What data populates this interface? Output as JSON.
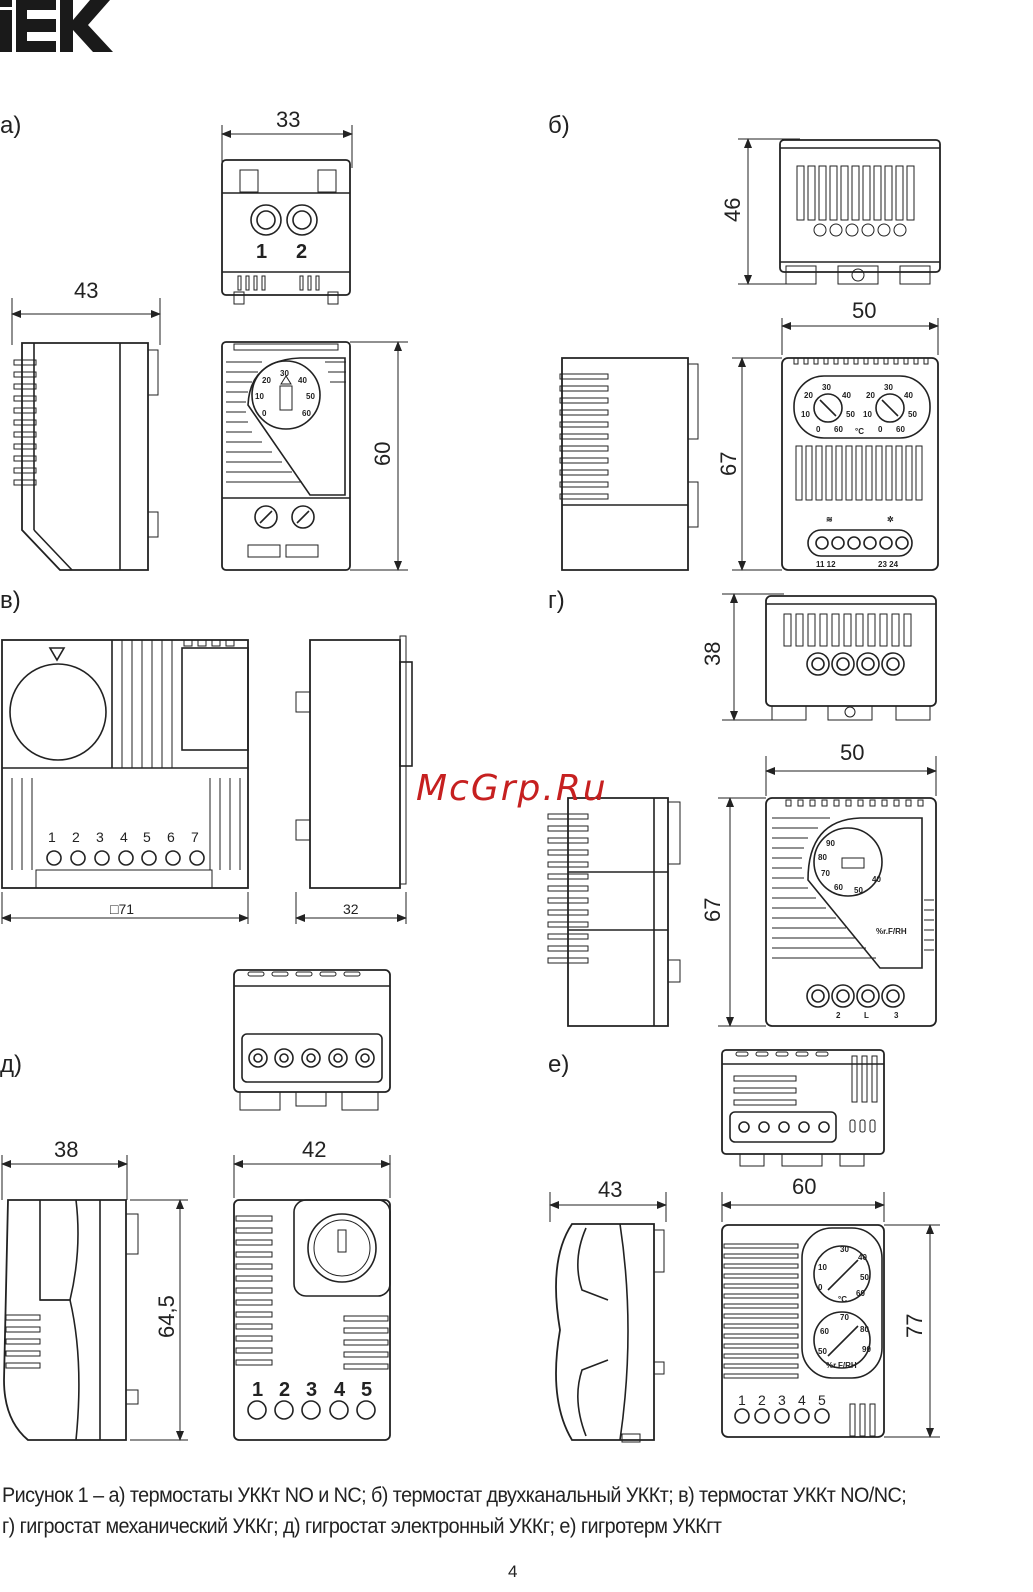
{
  "brand": {
    "logo_text": "IEK",
    "color": "#1a1a1a"
  },
  "watermark": {
    "text": "McGrp.Ru",
    "color": "#c62020"
  },
  "panels": {
    "a": {
      "label": "а)",
      "dims": {
        "width_top": "33",
        "depth": "43",
        "height": "60"
      },
      "terminals": [
        "1",
        "2"
      ],
      "dial": [
        "20",
        "30",
        "40",
        "10",
        "50",
        "0",
        "60"
      ]
    },
    "b": {
      "label": "б)",
      "dims": {
        "height_top": "46",
        "width": "50",
        "height": "67"
      },
      "dial_left": [
        "30",
        "20",
        "40",
        "10",
        "50",
        "0",
        "60"
      ],
      "dial_right": [
        "30",
        "20",
        "40",
        "10",
        "50",
        "0",
        "60"
      ],
      "unit": "°C",
      "terminals_left": "11  12",
      "terminals_right": "23  24"
    },
    "v": {
      "label": "в)",
      "dims": {
        "width": "□71",
        "depth": "32"
      },
      "terminals": [
        "1",
        "2",
        "3",
        "4",
        "5",
        "6",
        "7"
      ]
    },
    "g": {
      "label": "г)",
      "dims": {
        "height_top": "38",
        "width": "50",
        "height": "67"
      },
      "dial": [
        "90",
        "80",
        "70",
        "60",
        "50",
        "40"
      ],
      "unit": "%r.F/RH",
      "terminals": [
        "2",
        "L",
        "3"
      ]
    },
    "d": {
      "label": "д)",
      "dims": {
        "depth": "38",
        "width": "42",
        "height": "64,5"
      },
      "terminals": [
        "1",
        "2",
        "3",
        "4",
        "5"
      ]
    },
    "e": {
      "label": "е)",
      "dims": {
        "depth": "43",
        "width": "60",
        "height": "77"
      },
      "dial_top": [
        "30",
        "40",
        "10",
        "0",
        "50",
        "60"
      ],
      "unit_top": "°C",
      "dial_bottom": [
        "70",
        "80",
        "60",
        "50",
        "90",
        "%r.F/RH"
      ],
      "terminals": [
        "1",
        "2",
        "3",
        "4",
        "5"
      ]
    }
  },
  "caption": {
    "line1": "Рисунок 1 – а) термостаты УККт NO и NC; б) термостат двухканальный УККт; в) термостат УККт NO/NC;",
    "line2": "г) гигростат механический УККг; д) гигростат электронный УККг; е) гигротерм УККгт"
  },
  "page_number": "4"
}
